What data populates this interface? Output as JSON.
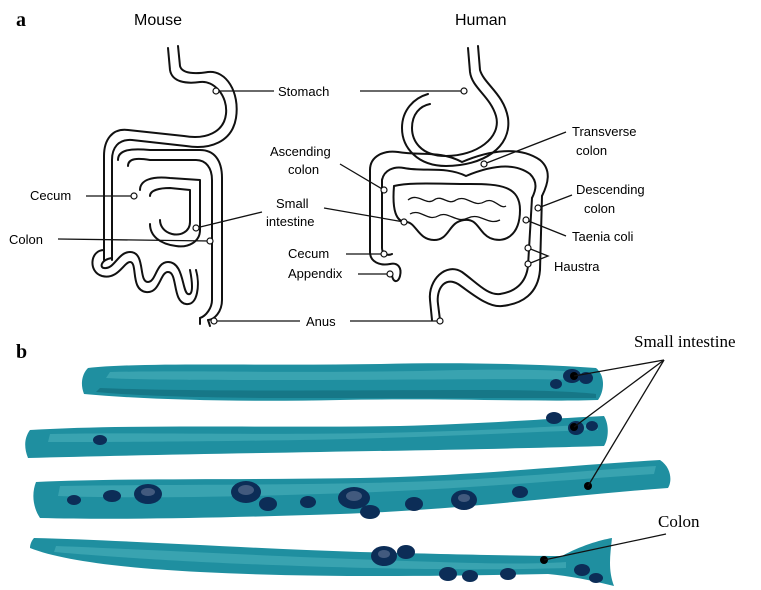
{
  "panel_a": {
    "letter": "a",
    "mouse_title": "Mouse",
    "human_title": "Human",
    "labels": {
      "stomach": "Stomach",
      "cecum_mouse": "Cecum",
      "colon_mouse": "Colon",
      "small_intestine_1": "Small",
      "small_intestine_2": "intestine",
      "ascending_1": "Ascending",
      "ascending_2": "colon",
      "transverse_1": "Transverse",
      "transverse_2": "colon",
      "descending_1": "Descending",
      "descending_2": "colon",
      "taenia": "Taenia coli",
      "haustra": "Haustra",
      "cecum_human": "Cecum",
      "appendix": "Appendix",
      "anus": "Anus"
    }
  },
  "panel_b": {
    "letter": "b",
    "small_intestine": "Small intestine",
    "colon": "Colon",
    "tissue_color": "#1f8fa0",
    "tumor_color": "#0c2d57"
  }
}
